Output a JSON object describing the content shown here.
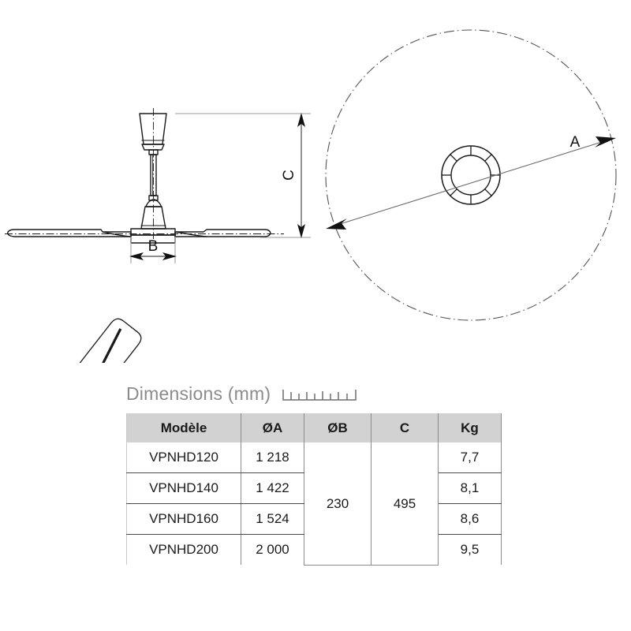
{
  "page": {
    "background": "#ffffff",
    "line_color": "#1a1a1a"
  },
  "drawings": {
    "side_view": {
      "name": "ceiling-fan-side-view",
      "dimension_labels": [
        {
          "id": "B",
          "label": "B",
          "meaning": "hub-width",
          "orientation": "horizontal"
        },
        {
          "id": "C",
          "label": "C",
          "meaning": "overall-height",
          "orientation": "vertical"
        }
      ]
    },
    "top_view": {
      "name": "ceiling-fan-top-view",
      "blade_count": 3,
      "sweep_circle_style": "dash-dot",
      "dimension_labels": [
        {
          "id": "A",
          "label": "A",
          "meaning": "sweep-diameter",
          "orientation": "diagonal"
        }
      ]
    }
  },
  "section": {
    "title": "Dimensions (mm)",
    "ruler_icon": "ruler-icon",
    "ruler_ticks": 9
  },
  "table": {
    "header_bg": "#d2d2d2",
    "columns": [
      {
        "key": "model",
        "label": "Modèle"
      },
      {
        "key": "diameter_a",
        "label": "ØA"
      },
      {
        "key": "diameter_b",
        "label": "ØB"
      },
      {
        "key": "height_c",
        "label": "C"
      },
      {
        "key": "weight",
        "label": "Kg"
      }
    ],
    "rows": [
      {
        "model": "VPNHD120",
        "diameter_a": "1 218",
        "weight": "7,7"
      },
      {
        "model": "VPNHD140",
        "diameter_a": "1 422",
        "weight": "8,1"
      },
      {
        "model": "VPNHD160",
        "diameter_a": "1 524",
        "weight": "8,6"
      },
      {
        "model": "VPNHD200",
        "diameter_a": "2 000",
        "weight": "9,5"
      }
    ],
    "merged": {
      "diameter_b": "230",
      "height_c": "495"
    }
  }
}
